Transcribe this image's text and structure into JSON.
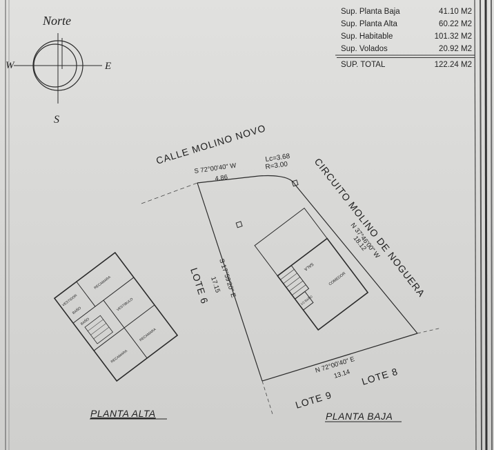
{
  "compass": {
    "north_label": "Norte",
    "west": "W",
    "east": "E",
    "south": "S"
  },
  "areas": [
    {
      "label": "Sup. Planta Baja",
      "value": "41.10 M2"
    },
    {
      "label": "Sup. Planta Alta",
      "value": "60.22 M2"
    },
    {
      "label": "Sup. Habitable",
      "value": "101.32 M2"
    },
    {
      "label": "Sup. Volados",
      "value": "20.92 M2"
    }
  ],
  "total": {
    "label": "SUP. TOTAL",
    "value": "122.24 M2"
  },
  "streets": {
    "north": "CALLE MOLINO NOVO",
    "east": "CIRCUITO MOLINO DE NOGUERA"
  },
  "boundaries": {
    "north_bearing": "S 72°00'40\" W",
    "north_length": "4.86",
    "curve_lc": "Lc=3.68",
    "curve_r": "R=3.00",
    "east_bearing": "N 37°46'00\" W",
    "east_length": "18.12",
    "west_bearing": "S 17°59'20\" E",
    "west_length": "17.15",
    "south_bearing": "N 72°00'40\" E",
    "south_length": "13.14"
  },
  "lots": {
    "west": "LOTE 6",
    "south_left": "LOTE 9",
    "south_right": "LOTE 8"
  },
  "rooms_alta": {
    "vestidor": "VESTIDOR",
    "recamara": "RECAMARA",
    "bano": "BAÑO",
    "vestibulo": "VESTIBULO"
  },
  "rooms_baja": {
    "sala": "SALA",
    "comedor": "COMEDOR",
    "medio_bano": "1/2 BAÑO"
  },
  "titles": {
    "alta": "PLANTA ALTA",
    "baja": "PLANTA BAJA"
  }
}
